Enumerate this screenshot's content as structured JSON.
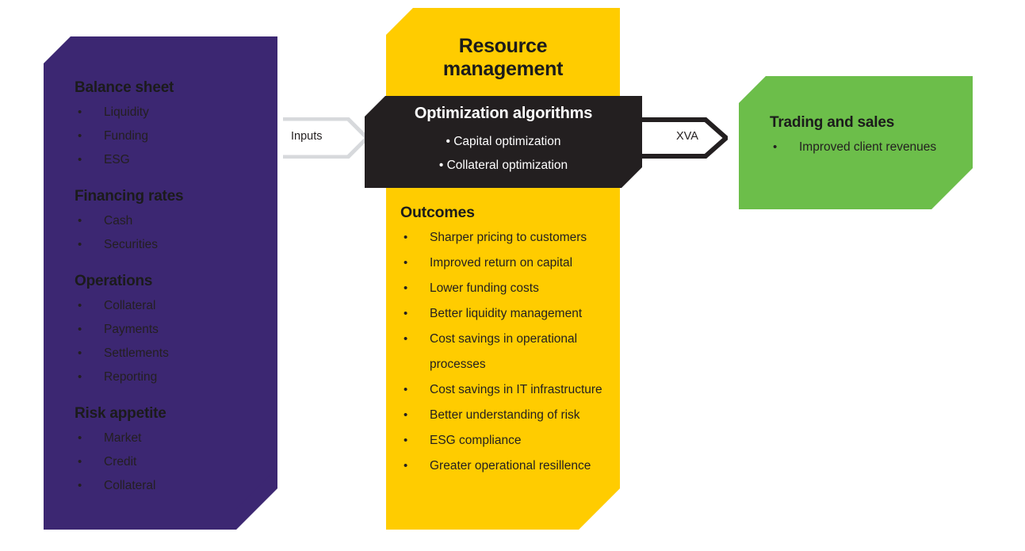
{
  "diagram": {
    "title": "Resource management flow",
    "colors": {
      "panel_fill": "#e1e3e6",
      "left_accent": "#3c2772",
      "center_accent": "#ffcc00",
      "right_accent": "#6cbe4a",
      "banner_fill": "#231f20",
      "text": "#231f20",
      "inputs_arrow": "#d7d9dc",
      "xva_arrow": "#231f20"
    }
  },
  "left_panel": {
    "name": "Inputs panel",
    "groups": [
      {
        "heading": "Balance sheet",
        "items": [
          "Liquidity",
          "Funding",
          "ESG"
        ]
      },
      {
        "heading": "Financing rates",
        "items": [
          "Cash",
          "Securities"
        ]
      },
      {
        "heading": "Operations",
        "items": [
          "Collateral",
          "Payments",
          "Settlements",
          "Reporting"
        ]
      },
      {
        "heading": "Risk appetite",
        "items": [
          "Market",
          "Credit",
          "Collateral"
        ]
      }
    ]
  },
  "center_panel": {
    "title_line1": "Resource",
    "title_line2": "management",
    "banner": {
      "title": "Optimization algorithms",
      "items": [
        "Capital optimization",
        "Collateral optimization"
      ]
    },
    "outcomes": {
      "heading": "Outcomes",
      "items": [
        {
          "text": "Sharper pricing to customers",
          "continuation": false
        },
        {
          "text": "Improved return on capital",
          "continuation": false
        },
        {
          "text": "Lower funding costs",
          "continuation": false
        },
        {
          "text": "Better liquidity management",
          "continuation": false
        },
        {
          "text": "Cost savings in operational",
          "continuation": false
        },
        {
          "text": "processes",
          "continuation": true
        },
        {
          "text": "Cost savings in IT infrastructure",
          "continuation": false
        },
        {
          "text": "Better understanding of risk",
          "continuation": false
        },
        {
          "text": "ESG compliance",
          "continuation": false
        },
        {
          "text": "Greater operational resillence",
          "continuation": false
        }
      ]
    }
  },
  "right_panel": {
    "heading": "Trading and sales",
    "items": [
      "Improved client revenues"
    ]
  },
  "arrows": {
    "inputs": {
      "label": "Inputs",
      "icon": "chevron-right-arrow-icon"
    },
    "xva": {
      "label": "XVA",
      "icon": "chevron-right-arrow-icon"
    }
  }
}
